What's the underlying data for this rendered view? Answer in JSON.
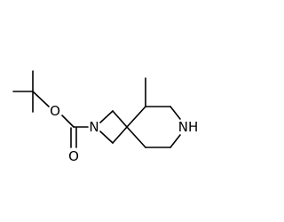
{
  "molecule": {
    "atom_labels": {
      "ester_oxygen": "O",
      "carbonyl_oxygen": "O",
      "azetidine_nitrogen": "N",
      "piperidine_nitrogen": "NH"
    }
  },
  "colors": {
    "bond": "#000000",
    "label": "#000000",
    "background": "#ffffff"
  }
}
